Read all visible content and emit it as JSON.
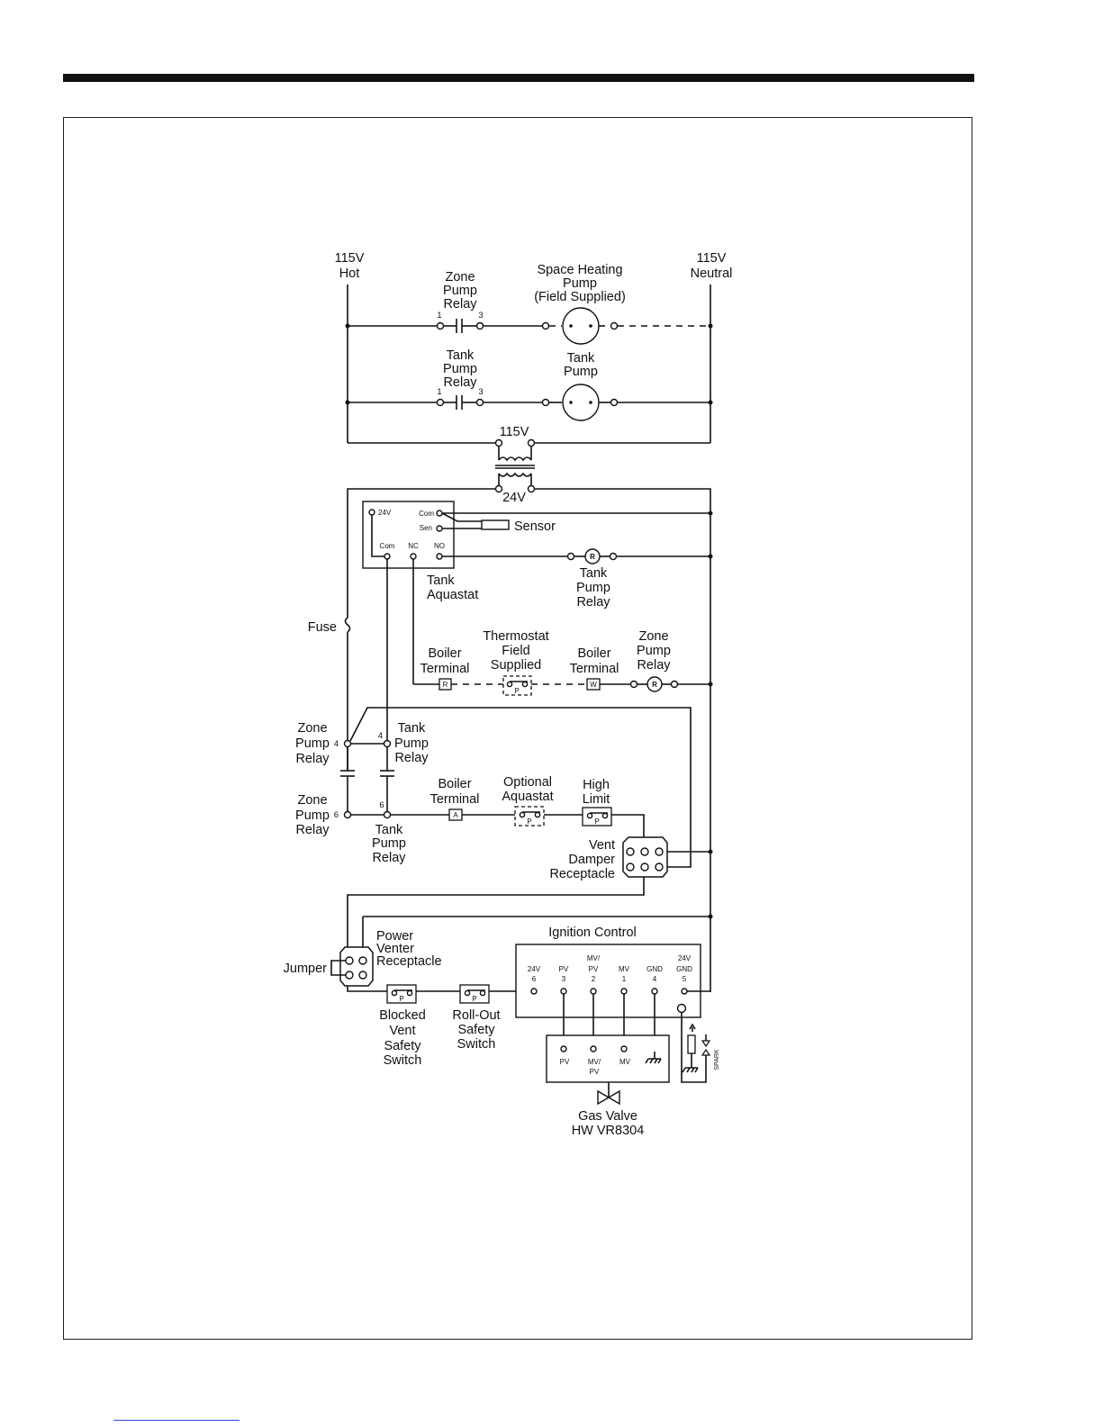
{
  "diagram": {
    "supply": {
      "hot": [
        "115V",
        "Hot"
      ],
      "neutral": [
        "115V",
        "Neutral"
      ],
      "primary": "115V",
      "secondary": "24V"
    },
    "zone_pump_relay_top": [
      "Zone",
      "Pump",
      "Relay"
    ],
    "space_heating_pump": [
      "Space Heating",
      "Pump",
      "(Field Supplied)"
    ],
    "tank_pump_relay_top": [
      "Tank",
      "Pump",
      "Relay"
    ],
    "tank_pump": [
      "Tank",
      "Pump"
    ],
    "contact_pins": {
      "left": "1",
      "right": "3"
    },
    "aquastat": {
      "pins": {
        "v24": "24V",
        "com": "Com",
        "sen": "Sen",
        "com2": "Com",
        "nc": "NC",
        "no": "NO"
      },
      "sensor": "Sensor",
      "name": [
        "Tank",
        "Aquastat"
      ]
    },
    "tank_pump_relay_coil": [
      "Tank",
      "Pump",
      "Relay"
    ],
    "coil_letter": "R",
    "fuse": "Fuse",
    "boiler_terminal": [
      "Boiler",
      "Terminal"
    ],
    "thermostat": [
      "Thermostat",
      "Field",
      "Supplied"
    ],
    "zone_pump_relay_coil": [
      "Zone",
      "Pump",
      "Relay"
    ],
    "terminal_letters": {
      "r": "R",
      "w": "W",
      "a": "A"
    },
    "switch_letter": "P",
    "relay_labels": {
      "zone_4": [
        "Zone",
        "Pump",
        "Relay"
      ],
      "tank_4": [
        "Tank",
        "Pump",
        "Relay"
      ],
      "zone_6": [
        "Zone",
        "Pump",
        "Relay"
      ],
      "tank_6": [
        "Tank",
        "Pump",
        "Relay"
      ]
    },
    "relay_pins": {
      "p4": "4",
      "p6": "6"
    },
    "optional_aquastat": [
      "Optional",
      "Aquastat"
    ],
    "high_limit": [
      "High",
      "Limit"
    ],
    "vent_damper": [
      "Vent",
      "Damper",
      "Receptacle"
    ],
    "power_venter": [
      "Power",
      "Venter",
      "Receptacle"
    ],
    "jumper": "Jumper",
    "blocked_vent": [
      "Blocked",
      "Vent",
      "Safety",
      "Switch"
    ],
    "rollout": [
      "Roll-Out",
      "Safety",
      "Switch"
    ],
    "ignition_control": {
      "title": "Ignition Control",
      "terminals": [
        {
          "name": [
            "24V"
          ],
          "num": "6"
        },
        {
          "name": [
            "PV"
          ],
          "num": "3"
        },
        {
          "name": [
            "MV/",
            "PV"
          ],
          "num": "2"
        },
        {
          "name": [
            "MV"
          ],
          "num": "1"
        },
        {
          "name": [
            "GND"
          ],
          "num": "4"
        },
        {
          "name": [
            "24V",
            "GND"
          ],
          "num": "5"
        }
      ]
    },
    "gas_valve": {
      "terminals": [
        [
          "PV"
        ],
        [
          "MV/",
          "PV"
        ],
        [
          "MV"
        ]
      ],
      "name": [
        "Gas Valve",
        "HW VR8304"
      ]
    },
    "spark": "SPARK"
  }
}
